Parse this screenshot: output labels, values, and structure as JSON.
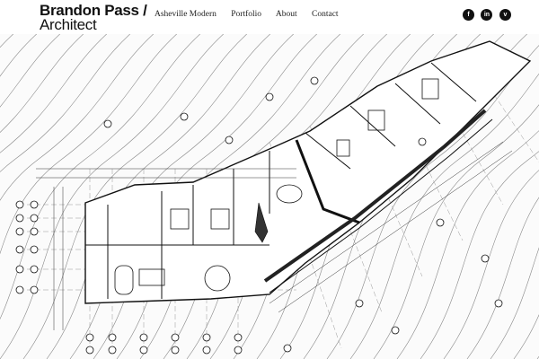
{
  "brand": {
    "name_line1": "Brandon Pass /",
    "name_line2": "Architect"
  },
  "nav": {
    "items": [
      {
        "label": "Asheville Modern"
      },
      {
        "label": "Portfolio"
      },
      {
        "label": "About"
      },
      {
        "label": "Contact"
      }
    ]
  },
  "social": {
    "items": [
      {
        "label": "f",
        "icon": "facebook-icon"
      },
      {
        "label": "in",
        "icon": "linkedin-icon"
      },
      {
        "label": "v",
        "icon": "vimeo-icon"
      }
    ]
  },
  "hero": {
    "image": "architectural-floor-plan-drawing"
  }
}
